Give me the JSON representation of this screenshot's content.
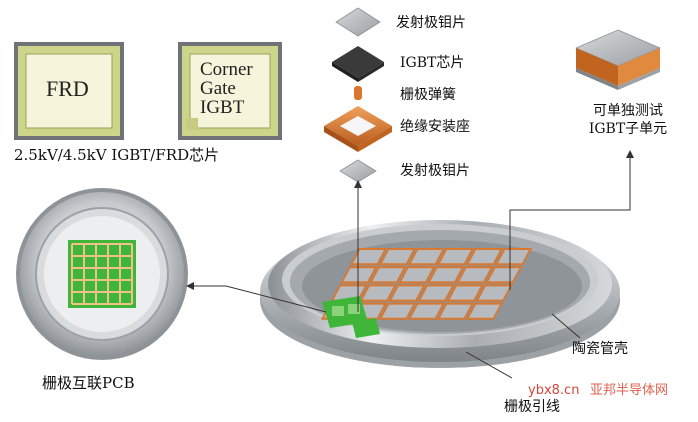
{
  "colors": {
    "copper": "#d9772e",
    "copper_dark": "#a8521a",
    "pcb_green": "#3fb63a",
    "chip_border": "#7a7a7a",
    "chip_inner": "#f3efc4",
    "housing": "#b8bcc0",
    "watermark_url": "#d6453a",
    "watermark_site": "#e0614f"
  },
  "chips": {
    "frd": "FRD",
    "corner_gate": [
      "Corner",
      "Gate",
      "IGBT"
    ]
  },
  "labels": {
    "chip_caption": "2.5kV/4.5kV IGBT/FRD芯片",
    "emitter_top": "发射极钼片",
    "igbt_chip": "IGBT芯片",
    "gate_spring": "栅极弹簧",
    "insulating_seat": "绝缘安装座",
    "emitter_bottom": "发射极钼片",
    "submodule": [
      "可单独测试",
      "IGBT子单元"
    ],
    "gate_pcb": "栅极互联PCB",
    "ceramic_housing": "陶瓷管壳",
    "gate_lead": "栅极引线"
  },
  "watermark": {
    "url": "ybx8.cn",
    "site": "亚邦半导体网"
  }
}
